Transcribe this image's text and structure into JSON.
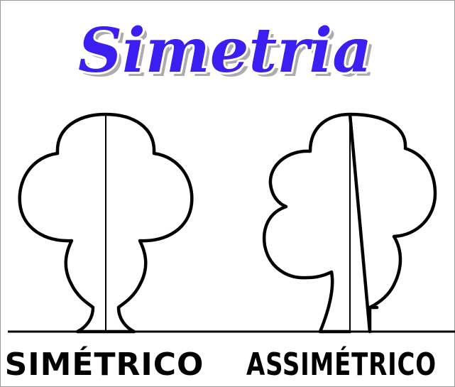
{
  "title": "Simetria",
  "labels": {
    "symmetric": "SIMÉTRICO",
    "asymmetric": "ASSIMÉTRICO"
  },
  "colors": {
    "title_fill": "#3b1ef0",
    "title_outline": "#ffffff",
    "title_shadow": "#6a6a6a",
    "ink": "#000000",
    "background": "#ffffff"
  }
}
